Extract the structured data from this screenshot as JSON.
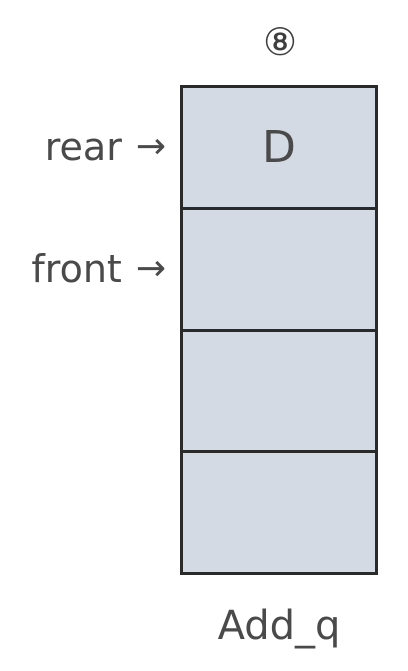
{
  "step_label": "⑧",
  "pointers": {
    "rear": {
      "label": "rear",
      "arrow": "→"
    },
    "front": {
      "label": "front",
      "arrow": "→"
    }
  },
  "queue": {
    "cells": [
      "D",
      "",
      "",
      ""
    ]
  },
  "caption": "Add_q"
}
